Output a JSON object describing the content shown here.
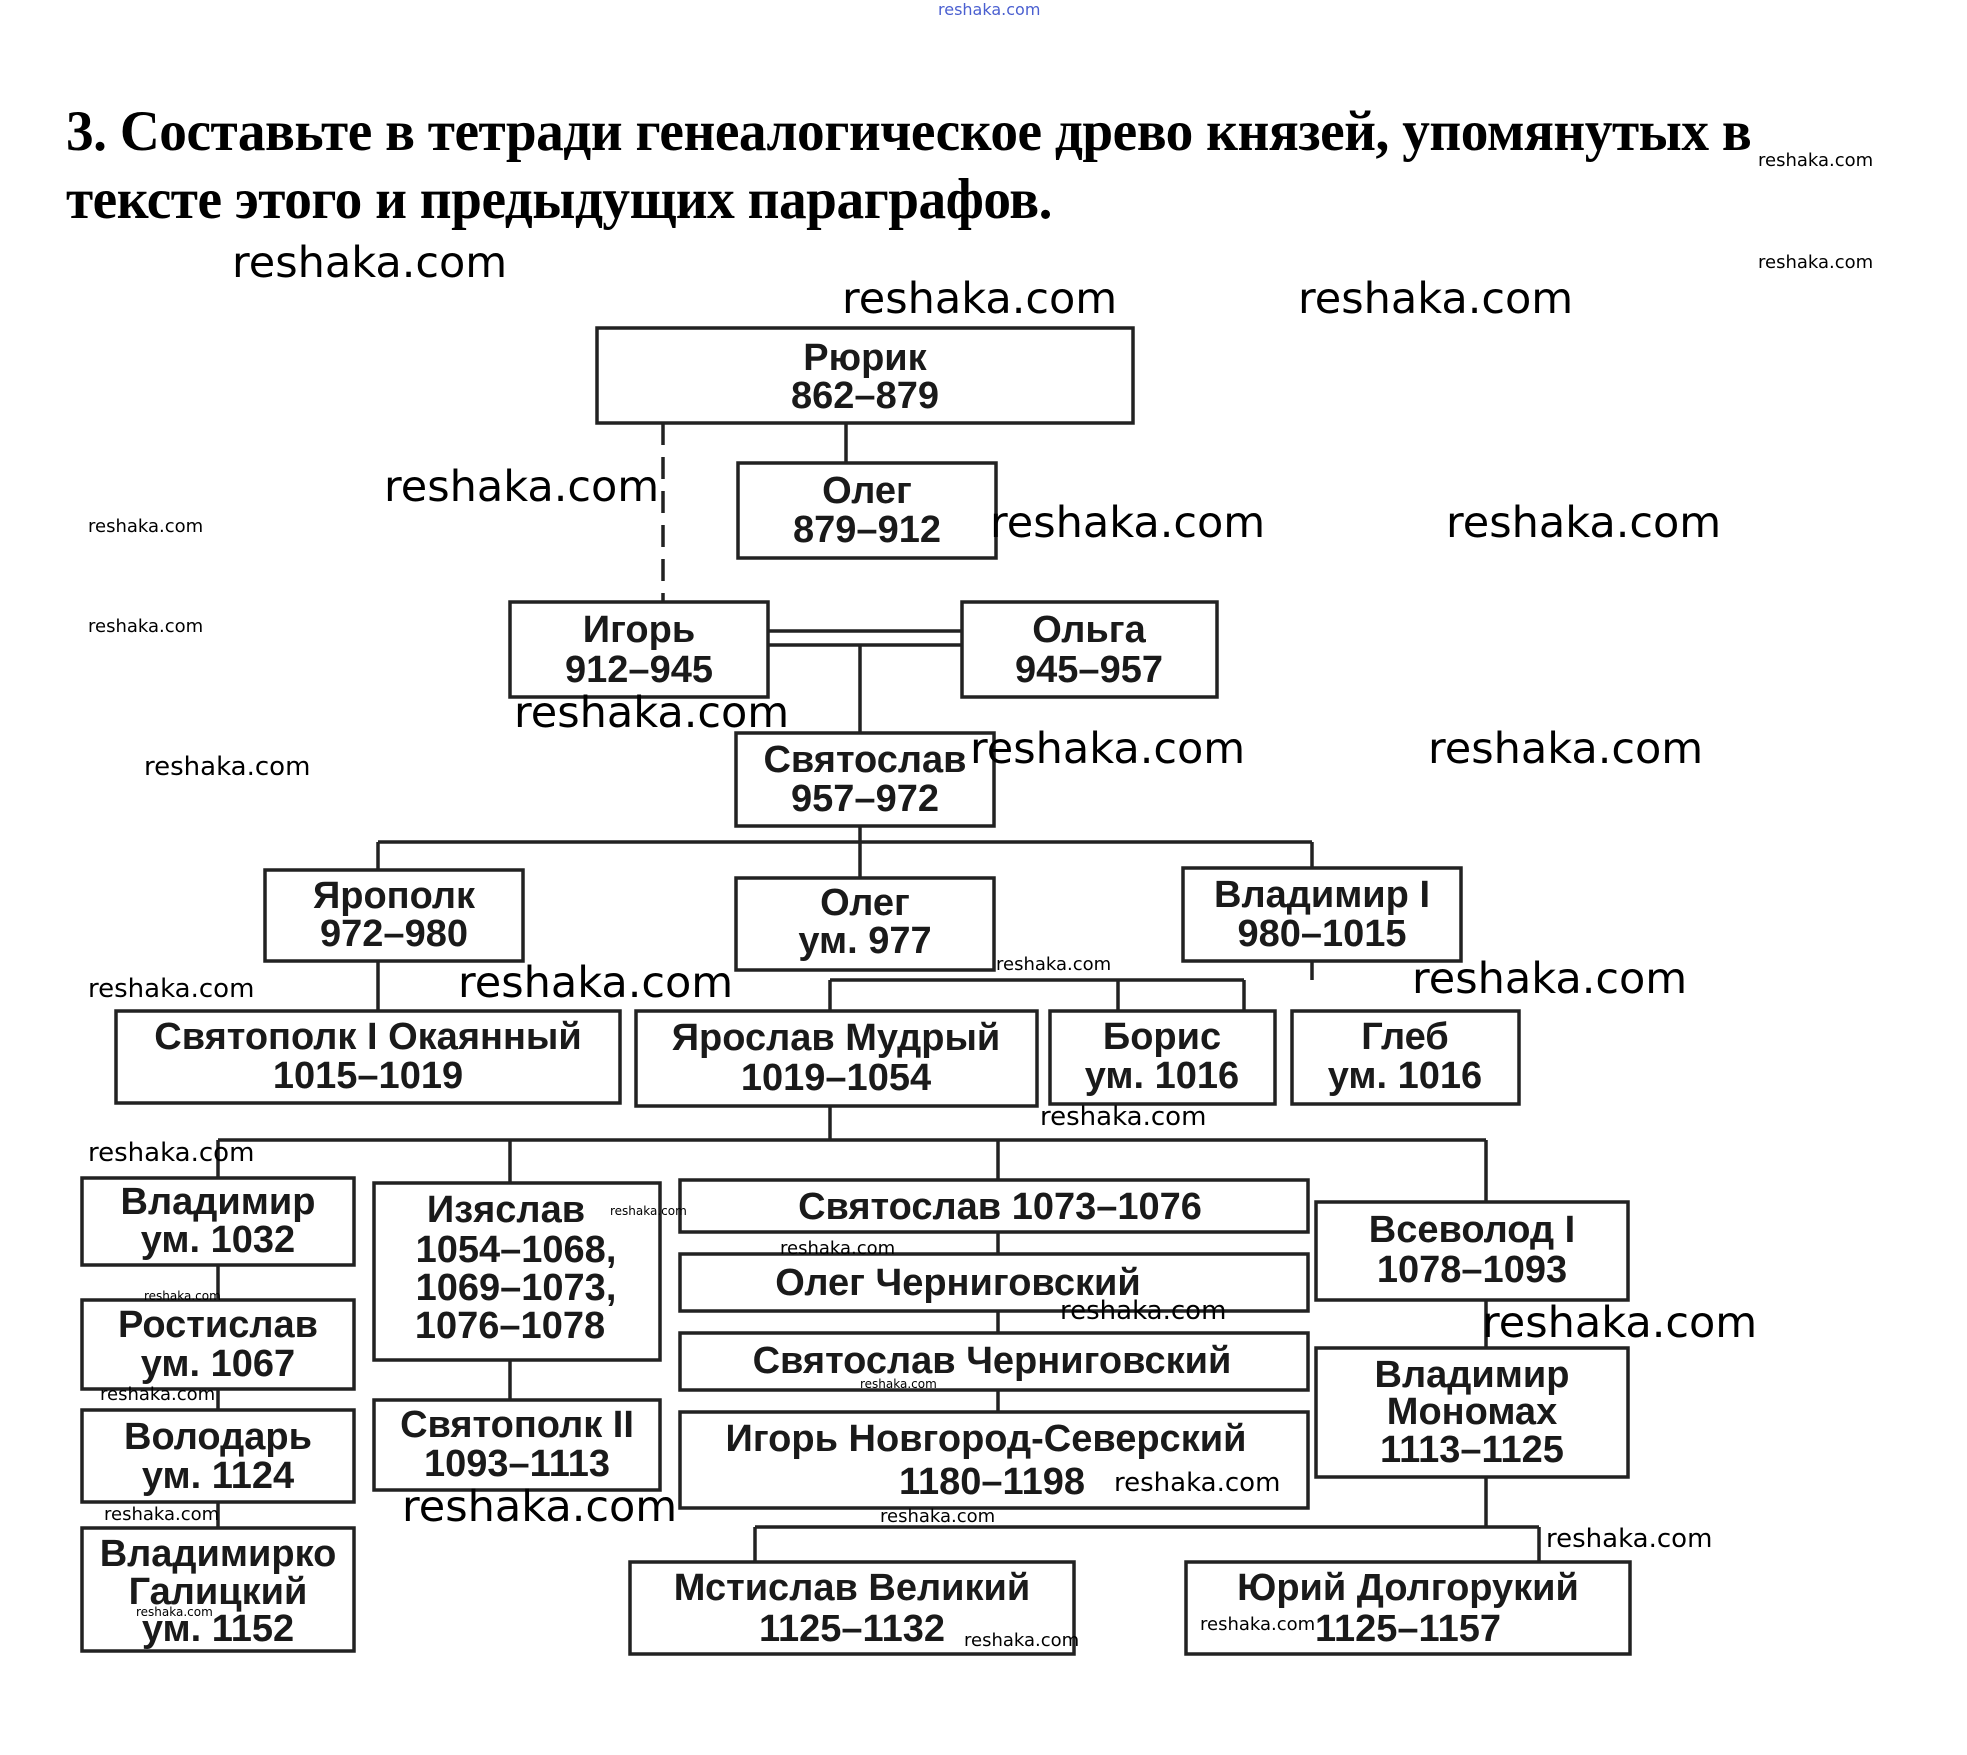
{
  "task": {
    "line1": "3. Составьте в тетради генеалогическое древо князей, упомянутых в",
    "line2": "тексте этого и предыдущих параграфов."
  },
  "watermark": "reshaka.com",
  "tree": {
    "rurik": {
      "name": "Рюрик",
      "dates": "862–879"
    },
    "oleg": {
      "name": "Олег",
      "dates": "879–912"
    },
    "igor": {
      "name": "Игорь",
      "dates": "912–945"
    },
    "olga": {
      "name": "Ольга",
      "dates": "945–957"
    },
    "svyatoslav": {
      "name": "Святослав",
      "dates": "957–972"
    },
    "yaropolk": {
      "name": "Ярополк",
      "dates": "972–980"
    },
    "oleg2": {
      "name": "Олег",
      "dates": "ум. 977"
    },
    "vladimir1": {
      "name": "Владимир I",
      "dates": "980–1015"
    },
    "svyatopolk1": {
      "name": "Святополк I Окаянный",
      "dates": "1015–1019"
    },
    "yaroslav": {
      "name": "Ярослав Мудрый",
      "dates": "1019–1054"
    },
    "boris": {
      "name": "Борис",
      "dates": "ум. 1016"
    },
    "gleb": {
      "name": "Глеб",
      "dates": "ум. 1016"
    },
    "vladimir_d": {
      "name": "Владимир",
      "dates": "ум. 1032"
    },
    "rostislav": {
      "name": "Ростислав",
      "dates": "ум. 1067"
    },
    "volodar": {
      "name": "Володарь",
      "dates": "ум. 1124"
    },
    "vladimirko": {
      "name": "Владимирко",
      "name2": "Галицкий",
      "dates": "ум. 1152"
    },
    "izyaslav": {
      "name": "Изяслав",
      "dates": "1054–1068,",
      "dates2": "1069–1073,",
      "dates3": "1076–1078"
    },
    "svyatopolk2": {
      "name": "Святополк II",
      "dates": "1093–1113"
    },
    "svyatoslav2": {
      "name": "Святослав 1073–1076"
    },
    "oleg_ch": {
      "name": "Олег Черниговский"
    },
    "svyatoslav_ch": {
      "name": "Святослав Черниговский"
    },
    "igor_ns": {
      "name": "Игорь Новгород-Северский",
      "dates": "1180–1198"
    },
    "vsevolod": {
      "name": "Всеволод I",
      "dates": "1078–1093"
    },
    "monomakh": {
      "name": "Владимир",
      "name2": "Мономах",
      "dates": "1113–1125"
    },
    "mstislav": {
      "name": "Мстислав Великий",
      "dates": "1125–1132"
    },
    "yuri": {
      "name": "Юрий Долгорукий",
      "dates": "1125–1157"
    }
  }
}
